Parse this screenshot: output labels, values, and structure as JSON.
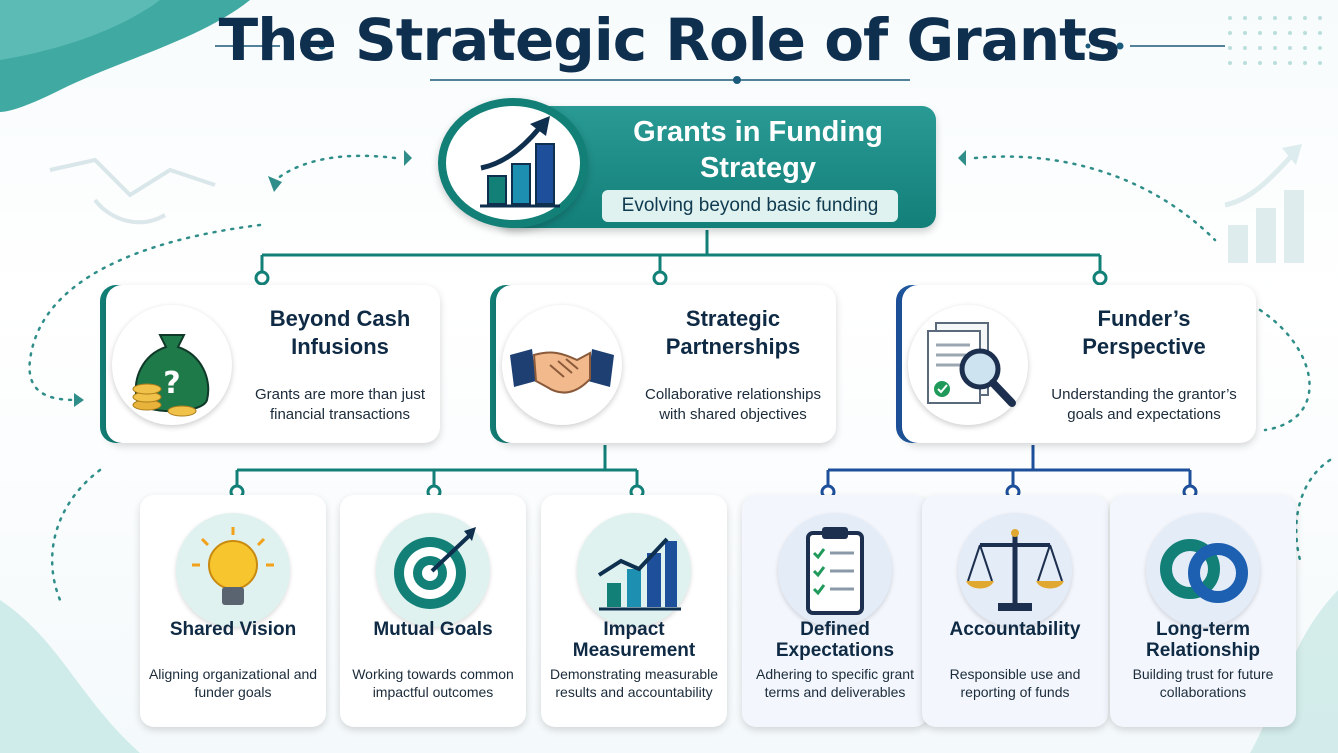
{
  "title": "The Strategic Role of Grants",
  "hub": {
    "title": "Grants in Funding Strategy",
    "subtitle": "Evolving beyond basic funding",
    "icon": "growth-chart-icon"
  },
  "pillars": [
    {
      "title": "Beyond Cash Infusions",
      "description": "Grants are more than just financial transactions",
      "icon": "money-bag-icon"
    },
    {
      "title": "Strategic Partnerships",
      "description": "Collaborative relationships with shared objectives",
      "icon": "handshake-icon"
    },
    {
      "title": "Funder’s Perspective",
      "description": "Understanding the grantor’s goals and expectations",
      "icon": "document-magnifier-icon"
    }
  ],
  "cards": [
    {
      "title": "Shared Vision",
      "description": "Aligning organizational and funder goals",
      "icon": "lightbulb-icon"
    },
    {
      "title": "Mutual Goals",
      "description": "Working towards common impactful outcomes",
      "icon": "target-icon"
    },
    {
      "title": "Impact Measurement",
      "description": "Demonstrating measurable results and accountability",
      "icon": "bar-chart-icon"
    },
    {
      "title": "Defined Expectations",
      "description": "Adhering to specific grant terms and deliverables",
      "icon": "clipboard-checklist-icon"
    },
    {
      "title": "Accountability",
      "description": "Responsible use and reporting of funds",
      "icon": "balance-scale-icon"
    },
    {
      "title": "Long-term Relationship",
      "description": "Building trust for future collaborations",
      "icon": "linked-rings-icon"
    }
  ],
  "colors": {
    "teal": "#138078",
    "navy": "#0f2f4f",
    "blue": "#1d4f9a"
  }
}
